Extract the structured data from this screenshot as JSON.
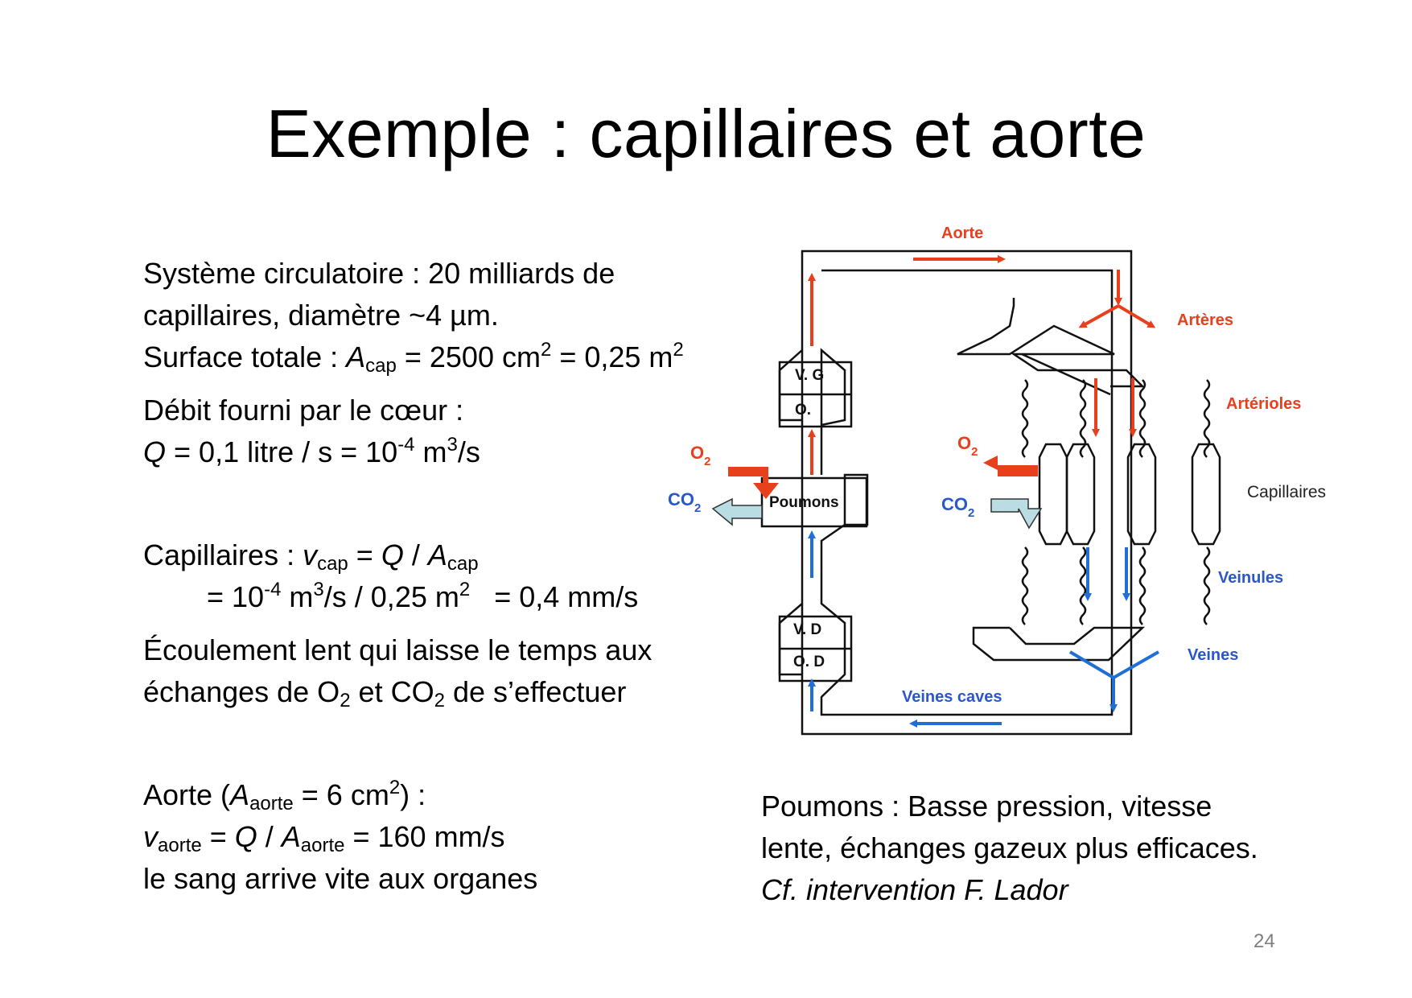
{
  "title": "Exemple : capillaires et aorte",
  "left_text": {
    "line1": "Système circulatoire : 20 milliards de",
    "line2": "capillaires, diamètre ~4 µm.",
    "line3_prefix": "Surface totale : ",
    "line3_A": "A",
    "line3_sub": "cap",
    "line3_mid": " = 2500 cm",
    "line3_sup1": "2",
    "line3_mid2": " = 0,25 m",
    "line3_sup2": "2",
    "debit_line1": "Débit fourni par le cœur :",
    "debit_Q": "Q",
    "debit_mid": " = 0,1 litre / s = 10",
    "debit_sup1": "-4",
    "debit_mid2": " m",
    "debit_sup2": "3",
    "debit_end": "/s",
    "cap_prefix": "Capillaires : ",
    "cap_v": "v",
    "cap_vsub": "cap",
    "cap_eq": " = ",
    "cap_Q": "Q",
    "cap_slash": " / ",
    "cap_A": "A",
    "cap_Asub": "cap",
    "cap2_a": "= 10",
    "cap2_sup1": "-4",
    "cap2_b": " m",
    "cap2_sup2": "3",
    "cap2_c": "/s / 0,25 m",
    "cap2_sup3": "2",
    "cap2_d": "   = 0,4 mm/s",
    "ecoul1": "Écoulement lent qui laisse le temps aux",
    "ecoul2_a": "échanges de O",
    "ecoul2_sub1": "2",
    "ecoul2_b": " et CO",
    "ecoul2_sub2": "2",
    "ecoul2_c": " de s’effectuer",
    "aorte_a": "Aorte (",
    "aorte_A": "A",
    "aorte_Asub": "aorte",
    "aorte_b": " = 6 cm",
    "aorte_sup": "2",
    "aorte_c": ") :",
    "vaorte_v": "v",
    "vaorte_vsub": "aorte",
    "vaorte_eq": " = ",
    "vaorte_Q": "Q",
    "vaorte_slash": " / ",
    "vaorte_A": "A",
    "vaorte_Asub": "aorte",
    "vaorte_end": " = 160 mm/s",
    "sang": "le sang arrive vite aux organes"
  },
  "right_text": {
    "line1": "Poumons : Basse pression, vitesse",
    "line2": "lente, échanges gazeux plus efficaces.",
    "line3": "Cf. intervention F. Lador"
  },
  "diagram": {
    "aorte": "Aorte",
    "arteres": "Artères",
    "arterioles": "Artérioles",
    "capillaires": "Capillaires",
    "veinules": "Veinules",
    "veines": "Veines",
    "veines_caves": "Veines caves",
    "vg": "V. G",
    "og": "O.",
    "vd": "V. D",
    "od": "O. D",
    "poumons": "Poumons",
    "o2_left": "O",
    "o2_left_sub": "2",
    "co2_left": "CO",
    "co2_left_sub": "2",
    "o2_right": "O",
    "o2_right_sub": "2",
    "co2_right": "CO",
    "co2_right_sub": "2"
  },
  "colors": {
    "red_arrow": "#e8401c",
    "blue_arrow": "#1f6fd6",
    "label_red": "#e8401c",
    "label_blue": "#2a57c9",
    "page_number": "#7f7f7f"
  },
  "page_number": "24"
}
